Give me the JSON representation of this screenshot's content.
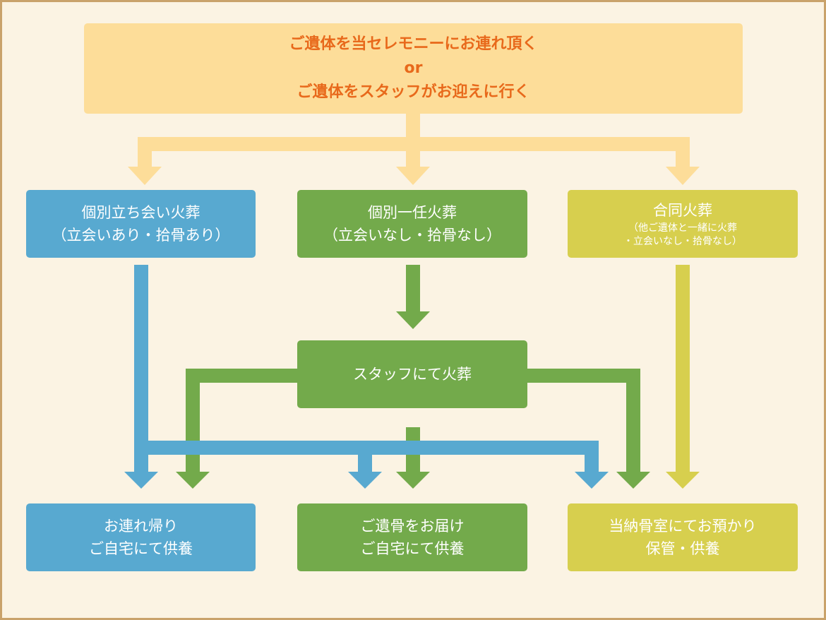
{
  "top": {
    "line1": "ご遺体を当セレモニーにお連れ頂く",
    "line2": "or",
    "line3": "ご遺体をスタッフがお迎えに行く"
  },
  "options": {
    "left": {
      "title": "個別立ち会い火葬",
      "sub": "（立会いあり・拾骨あり）"
    },
    "middle": {
      "title": "個別一任火葬",
      "sub": "（立会いなし・拾骨なし）"
    },
    "right": {
      "title": "合同火葬",
      "sub1": "（他ご遺体と一緒に火葬",
      "sub2": "・立会いなし・拾骨なし）"
    }
  },
  "staff": {
    "label": "スタッフにて火葬"
  },
  "results": {
    "left": {
      "line1": "お連れ帰り",
      "line2": "ご自宅にて供養"
    },
    "middle": {
      "line1": "ご遺骨をお届け",
      "line2": "ご自宅にて供養"
    },
    "right": {
      "line1": "当納骨室にてお預かり",
      "line2": "保管・供養"
    }
  },
  "colors": {
    "orange": "#fddd99",
    "blue": "#58a9d0",
    "green": "#73aa4b",
    "olive": "#d7cf4e",
    "text_orange": "#e8691b"
  }
}
